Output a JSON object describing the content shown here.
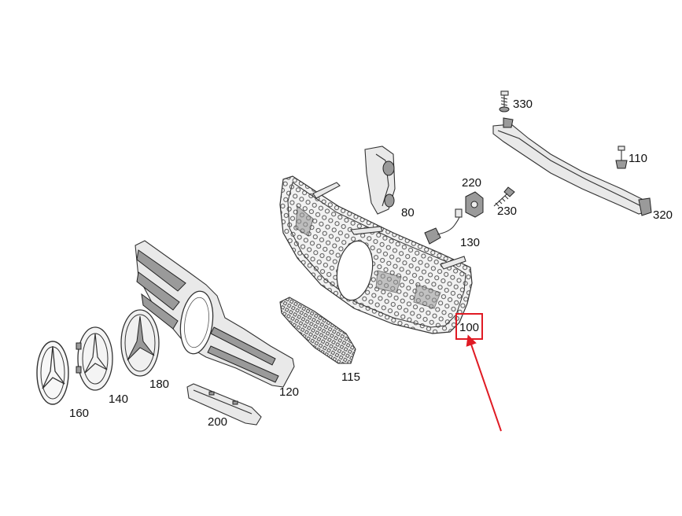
{
  "parts": [
    {
      "id": "p330",
      "label": "330"
    },
    {
      "id": "p110",
      "label": "110"
    },
    {
      "id": "p320",
      "label": "320"
    },
    {
      "id": "p220",
      "label": "220"
    },
    {
      "id": "p230",
      "label": "230"
    },
    {
      "id": "p80",
      "label": "80"
    },
    {
      "id": "p130",
      "label": "130"
    },
    {
      "id": "p100",
      "label": "100"
    },
    {
      "id": "p115",
      "label": "115"
    },
    {
      "id": "p120",
      "label": "120"
    },
    {
      "id": "p180",
      "label": "180"
    },
    {
      "id": "p140",
      "label": "140"
    },
    {
      "id": "p160",
      "label": "160"
    },
    {
      "id": "p200",
      "label": "200"
    }
  ],
  "highlight": {
    "part": "100",
    "box_color": "#e01b24",
    "arrow_color": "#e01b24"
  }
}
